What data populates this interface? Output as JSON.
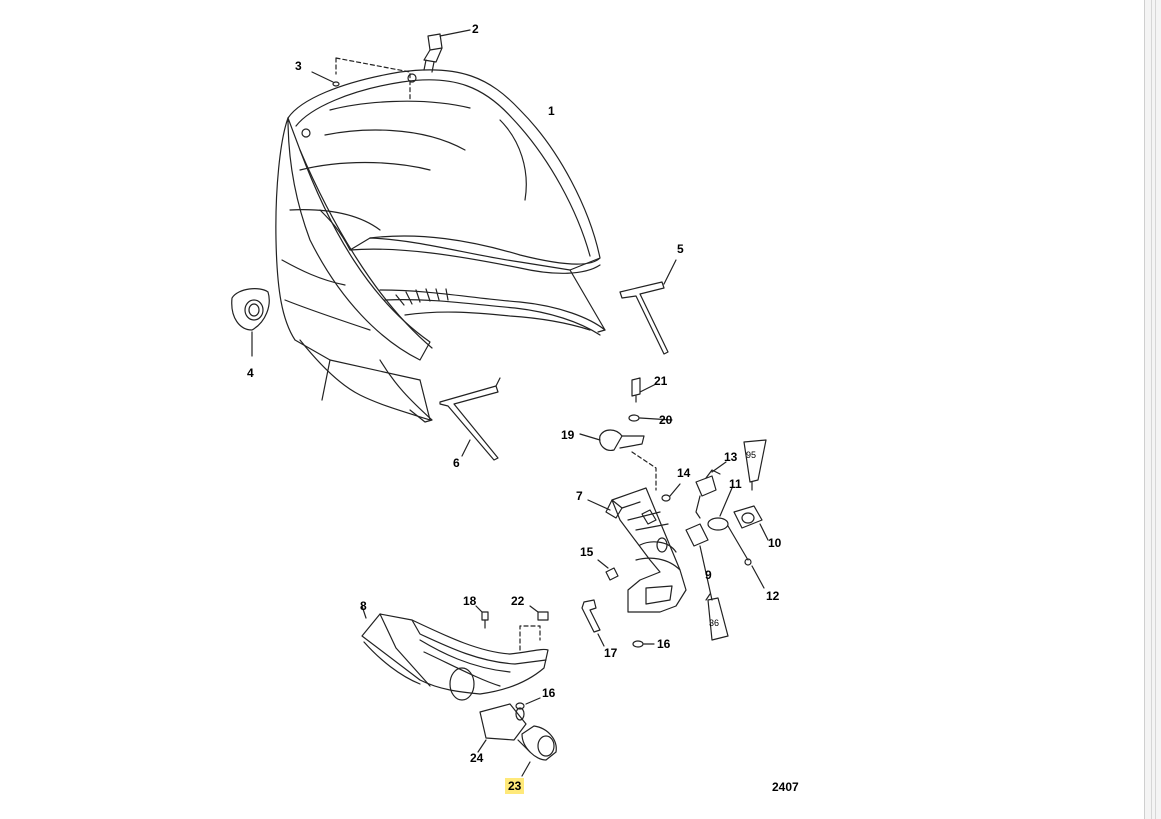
{
  "diagram": {
    "figure_number": "2407",
    "highlighted_part": "23",
    "callouts": [
      "1",
      "2",
      "3",
      "4",
      "5",
      "6",
      "7",
      "8",
      "9",
      "10",
      "11",
      "12",
      "13",
      "14",
      "15",
      "16",
      "16",
      "17",
      "18",
      "19",
      "20",
      "21",
      "22",
      "23",
      "24"
    ],
    "tube_labels": [
      "95",
      "36"
    ]
  }
}
